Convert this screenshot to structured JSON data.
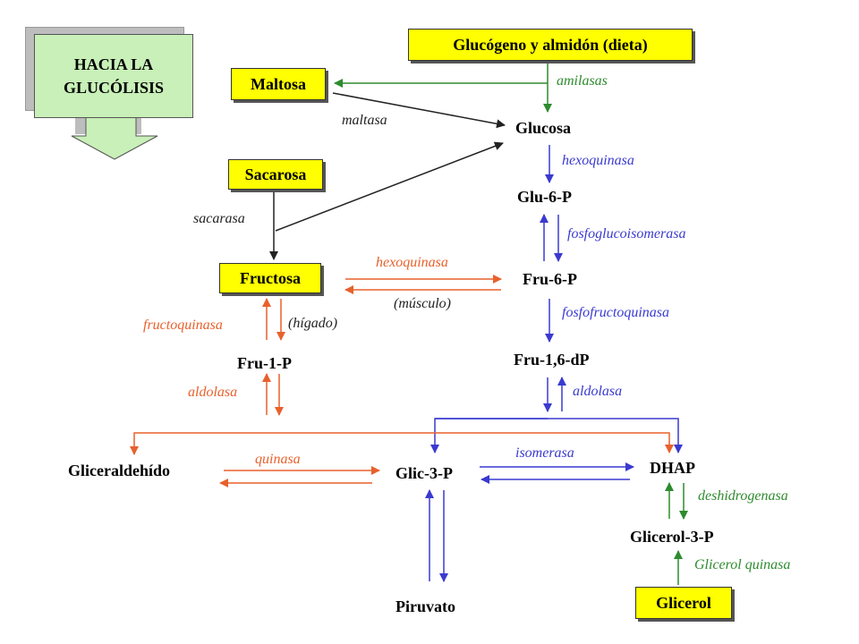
{
  "header": {
    "line1": "HACIA LA",
    "line2": "GLUCÓLISIS"
  },
  "boxes": {
    "glucogeno": "Glucógeno y almidón (dieta)",
    "maltosa": "Maltosa",
    "sacarosa": "Sacarosa",
    "fructosa": "Fructosa",
    "glicerol": "Glicerol"
  },
  "nodes": {
    "glucosa": "Glucosa",
    "glu6p": "Glu-6-P",
    "fru6p": "Fru-6-P",
    "fru16dp": "Fru-1,6-dP",
    "fru1p": "Fru-1-P",
    "gliceraldehido": "Gliceraldehído",
    "glic3p": "Glic-3-P",
    "dhap": "DHAP",
    "glicerol3p": "Glicerol-3-P",
    "piruvato": "Piruvato"
  },
  "enzymes": {
    "amilasas": "amilasas",
    "maltasa": "maltasa",
    "hexoquinasa_glucosa": "hexoquinasa",
    "sacarasa": "sacarasa",
    "fosfoglucoisomerasa": "fosfoglucoisomerasa",
    "hexoquinasa_fructosa": "hexoquinasa",
    "musculo": "(músculo)",
    "fosfofructoquinasa": "fosfofructoquinasa",
    "fructoquinasa": "fructoquinasa",
    "higado": "(hígado)",
    "aldolasa_fru1p": "aldolasa",
    "aldolasa_fru16dp": "aldolasa",
    "quinasa": "quinasa",
    "isomerasa": "isomerasa",
    "deshidrogenasa": "deshidrogenasa",
    "glicerol_quinasa": "Glicerol quinasa"
  },
  "colors": {
    "green": "#2e8b2e",
    "blue": "#3a3ad0",
    "orange": "#e8612c",
    "black": "#222222",
    "box_fill": "#ffff00",
    "header_fill": "#c8f0b8"
  }
}
